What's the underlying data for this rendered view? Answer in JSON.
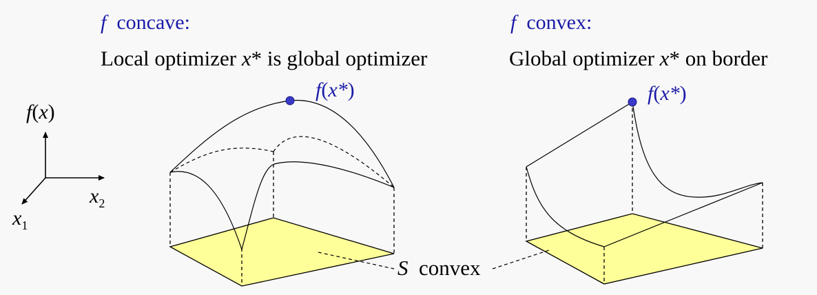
{
  "left_panel": {
    "heading_f": "f",
    "heading_text": "concave:",
    "description_prefix": "Local optimizer",
    "description_var": "x",
    "description_star": "*",
    "description_suffix": "is global optimizer",
    "point_f": "f",
    "point_open": "(",
    "point_var": "x*",
    "point_close": ")"
  },
  "right_panel": {
    "heading_f": "f",
    "heading_text": "convex:",
    "description_prefix": "Global optimizer",
    "description_var": "x",
    "description_star": "*",
    "description_suffix": "on border",
    "point_f": "f",
    "point_open": "(",
    "point_var": "x*",
    "point_close": ")"
  },
  "axes": {
    "vertical_f": "f",
    "vertical_open": "(",
    "vertical_var": "x",
    "vertical_close": ")",
    "x1_var": "x",
    "x1_sub": "1",
    "x2_var": "x",
    "x2_sub": "2"
  },
  "set_label": {
    "var": "S",
    "text": "convex"
  },
  "colors": {
    "background": "#f8f8f8",
    "heading": "#1a1aa8",
    "optimum_point": "#3a3ac8",
    "domain_fill": "#ffff99",
    "line": "#000000"
  }
}
